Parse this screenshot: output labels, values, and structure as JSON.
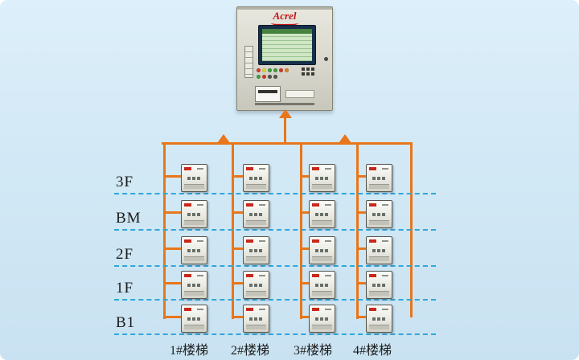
{
  "panel": {
    "brand": "Acrel"
  },
  "floors": [
    {
      "label": "3F"
    },
    {
      "label": "BM"
    },
    {
      "label": "2F"
    },
    {
      "label": "1F"
    },
    {
      "label": "B1"
    }
  ],
  "stairwells": [
    {
      "label": "1#楼梯"
    },
    {
      "label": "2#楼梯"
    },
    {
      "label": "3#楼梯"
    },
    {
      "label": "4#楼梯"
    }
  ],
  "modules": {
    "rows": 5,
    "columns": 4,
    "total": 20
  },
  "colors": {
    "bus_line": "#e8761b",
    "floor_line": "#2fa7da",
    "label_text": "#1c1c1c",
    "brand_red": "#c41212",
    "panel_body": "#d7d6cc",
    "lcd_green": "#cfe6c4",
    "background": "#d3e9f6"
  }
}
